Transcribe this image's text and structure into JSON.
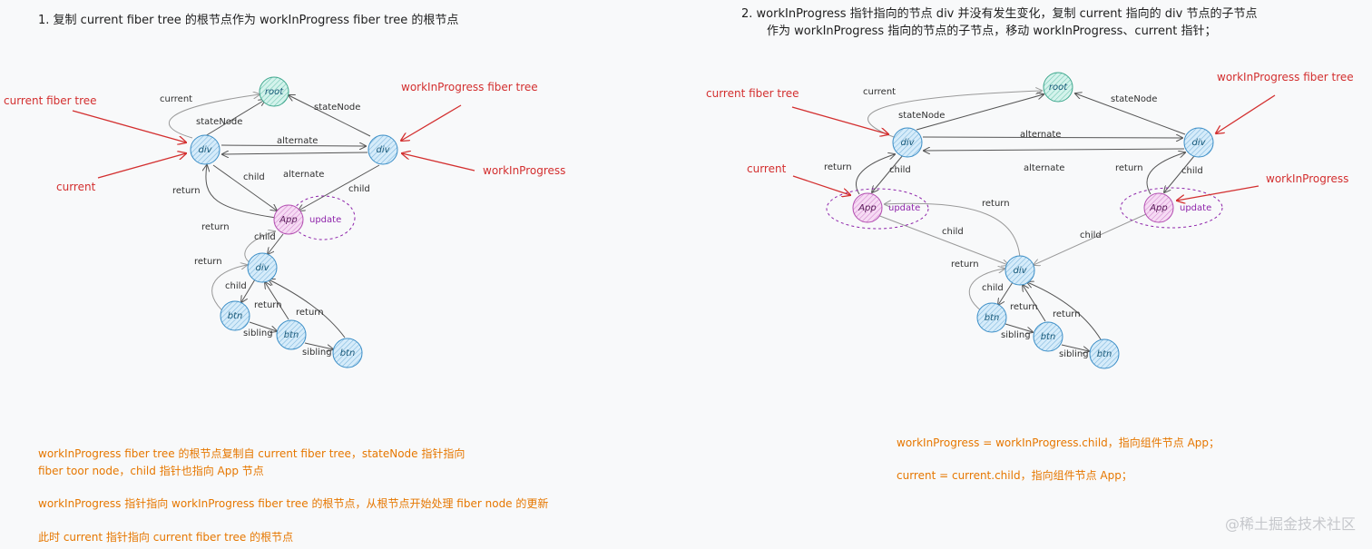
{
  "left": {
    "title": "1.  复制  current  fiber  tree  的根节点作为  workInProgress  fiber  tree  的根节点",
    "nodes": {
      "root": "root",
      "div": "div",
      "app": "App",
      "btn": "btn"
    },
    "edges": {
      "current": "current",
      "stateNode": "stateNode",
      "alternate": "alternate",
      "child": "child",
      "return": "return",
      "sibling": "sibling"
    },
    "pointers": {
      "current_fiber_tree": "current fiber tree",
      "wip_fiber_tree": "workInProgress fiber tree",
      "current": "current",
      "wip": "workInProgress"
    },
    "update": "update",
    "notes": [
      "workInProgress fiber tree 的根节点复制自 current fiber tree，stateNode 指针指向",
      "fiber toor node，child 指针也指向 App 节点",
      "workInProgress 指针指向 workInProgress fiber tree 的根节点，从根节点开始处理 fiber node 的更新",
      "此时 current 指针指向 current fiber tree 的根节点"
    ]
  },
  "right": {
    "title_line1": "2.   workInProgress  指针指向的节点  div  并没有发生变化，复制  current  指向的  div  节点的子节点",
    "title_line2": "作为  workInProgress  指向的节点的子节点，移动  workInProgress、current  指针；",
    "notes": [
      "workInProgress = workInProgress.child，指向组件节点 App；",
      "current = current.child，指向组件节点 App；"
    ]
  },
  "watermark": "@稀土掘金技术社区"
}
